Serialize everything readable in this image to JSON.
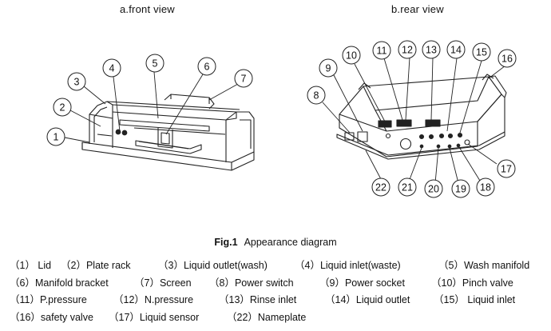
{
  "titles": {
    "front": "a.front  view",
    "rear": "b.rear  view"
  },
  "caption": {
    "fig": "Fig.1",
    "text": "Appearance diagram"
  },
  "callouts": {
    "front": [
      "1",
      "2",
      "3",
      "4",
      "5",
      "6",
      "7"
    ],
    "rear": [
      "8",
      "9",
      "10",
      "11",
      "12",
      "13",
      "14",
      "15",
      "16",
      "17",
      "18",
      "19",
      "20",
      "21",
      "22"
    ]
  },
  "legend": [
    [
      "（1） Lid",
      "（2）Plate rack",
      "（3）Liquid outlet(wash)",
      "（4）Liquid inlet(waste)",
      "（5）Wash manifold"
    ],
    [
      "（6）Manifold  bracket",
      "（7）Screen",
      "（8）Power switch",
      "（9）Power socket",
      "（10）Pinch valve"
    ],
    [
      "（11）P.pressure",
      "（12）N.pressure",
      "（13）Rinse inlet",
      "（14）Liquid outlet",
      "（15）  Liquid inlet"
    ],
    [
      "（16）safety valve",
      "（17）Liquid sensor",
      "（22）Nameplate"
    ]
  ],
  "colors": {
    "line": "#222222",
    "ink": "#111111"
  }
}
